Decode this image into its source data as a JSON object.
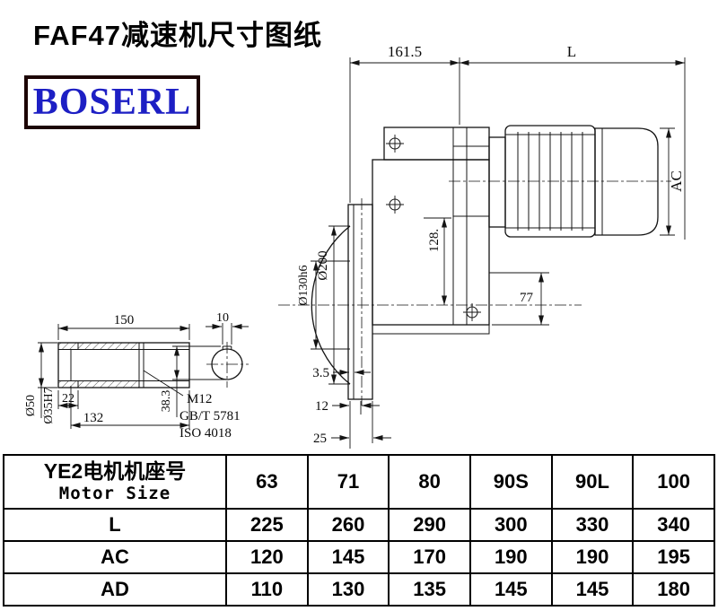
{
  "page": {
    "title": "FAF47减速机尺寸图纸",
    "brand": "BOSERL"
  },
  "drawing": {
    "dim_161_5": "161.5",
    "dim_L": "L",
    "dim_AC": "AC",
    "dim_128": "128.",
    "dim_77": "77",
    "dia_200": "Ø200",
    "dia_130": "Ø130h6",
    "dim_3_5": "3.5",
    "dim_12": "12",
    "dim_25": "25",
    "dim_38_3": "38.3",
    "dim_150": "150",
    "dim_10": "10",
    "dim_22": "22",
    "dim_132": "132",
    "dia_50": "Ø50",
    "dia_35": "Ø35H7",
    "thread": "M12",
    "std_gb": "GB/T 5781",
    "std_iso": "ISO 4018"
  },
  "table": {
    "motor_label_cn": "YE2电机机座号",
    "motor_label_en": "Motor Size",
    "sizes": [
      "63",
      "71",
      "80",
      "90S",
      "90L",
      "100"
    ],
    "rows": [
      {
        "label": "L",
        "values": [
          "225",
          "260",
          "290",
          "300",
          "330",
          "340"
        ]
      },
      {
        "label": "AC",
        "values": [
          "120",
          "145",
          "170",
          "190",
          "190",
          "195"
        ]
      },
      {
        "label": "AD",
        "values": [
          "110",
          "130",
          "135",
          "145",
          "145",
          "180"
        ]
      }
    ]
  }
}
